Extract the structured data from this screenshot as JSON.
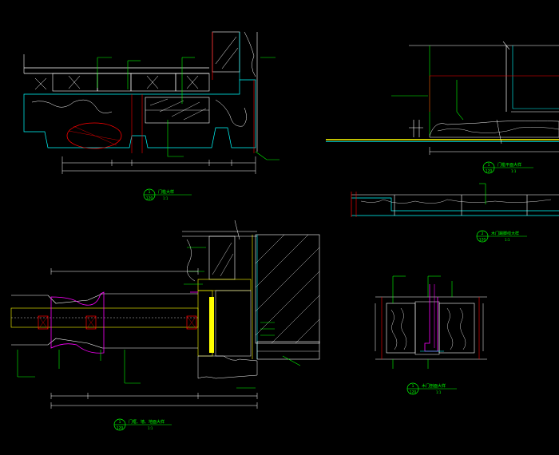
{
  "details": [
    {
      "id": "detail-top-left",
      "number": "1",
      "sheet": "120",
      "title": "门槛大样",
      "scale": "1:1"
    },
    {
      "id": "detail-top-right",
      "number": "1",
      "sheet": "120",
      "title": "门槛平面大样",
      "scale": "1:1"
    },
    {
      "id": "detail-middle-right",
      "number": "2",
      "sheet": "120",
      "title": "木门踢脚线大样",
      "scale": "1:1"
    },
    {
      "id": "detail-bottom-left",
      "number": "1",
      "sheet": "120",
      "title": "门框、墙、地面大样",
      "scale": "1:1"
    },
    {
      "id": "detail-bottom-right",
      "number": "1",
      "sheet": "120",
      "title": "木门剖面大样",
      "scale": "1:1"
    }
  ],
  "colors": {
    "background": "#000000",
    "wall": "#00ffff",
    "leader": "#00ff00",
    "dimension": "#ffffff",
    "section": "#ff0000",
    "finish": "#ff00ff",
    "wood": "#ffff00"
  }
}
